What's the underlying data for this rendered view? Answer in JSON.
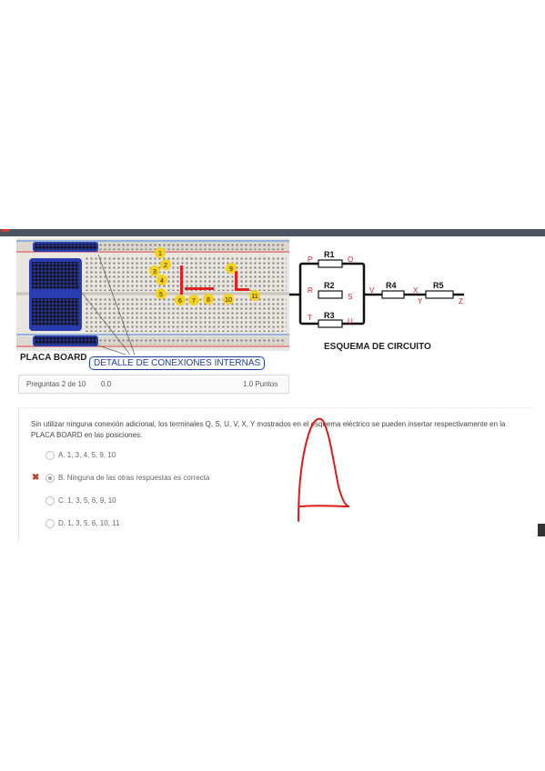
{
  "figure": {
    "board_label": "PLACA BOARD",
    "detail_label": "DETALLE DE CONEXIONES INTERNAS",
    "schematic_label": "ESQUEMA DE CIRCUITO",
    "markers": [
      "1",
      "2",
      "3",
      "4",
      "5",
      "6",
      "7",
      "8",
      "9",
      "10",
      "11"
    ],
    "resistors": [
      "R1",
      "R2",
      "R3",
      "R4",
      "R5"
    ],
    "nodes": [
      "P",
      "Q",
      "R",
      "S",
      "T",
      "U",
      "V",
      "X",
      "Y",
      "Z"
    ]
  },
  "question_bar": {
    "counter": "Preguntas 2 de 10",
    "score": "0.0",
    "points": "1.0 Puntos"
  },
  "question": {
    "text": "Sin utilizar ninguna conexión adicional, los terminales Q, S, U, V, X, Y mostrados en el esquema eléctrico se pueden insertar respectivamente en la PLACA BOARD en las posiciones:",
    "options": [
      {
        "label": "A. 1, 3, 4, 5, 9, 10",
        "selected": false
      },
      {
        "label": "B. Ninguna de las otras respuestas es correcta",
        "selected": true
      },
      {
        "label": "C. 1, 3, 5, 6, 9, 10",
        "selected": false
      },
      {
        "label": "D. 1, 3, 5, 6, 10, 11",
        "selected": false
      }
    ]
  },
  "colors": {
    "topbar": "#4a5561",
    "wrong_mark": "#c0392b",
    "handwriting": "#e01919",
    "detail_border": "#1a3ea0"
  },
  "icons": {
    "wrong": "x-mark-icon"
  }
}
